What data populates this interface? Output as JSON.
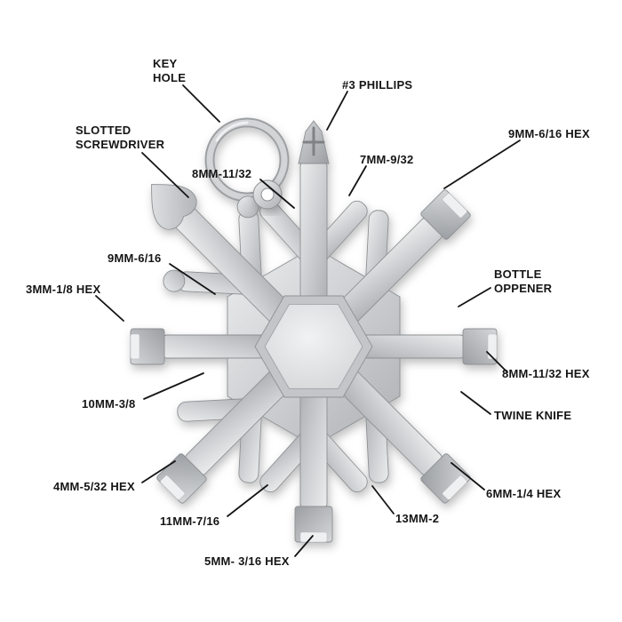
{
  "diagram": {
    "subject": "snowflake multi-tool",
    "colors": {
      "background": "#ffffff",
      "metal_light": "#e9eaec",
      "metal_mid": "#c9cbce",
      "metal_dark": "#9fa2a6",
      "leader_line": "#141414",
      "label_text": "#151515"
    }
  },
  "labels": [
    {
      "id": "key-hole",
      "text": "KEY\nHOLE"
    },
    {
      "id": "3-phillips",
      "text": "#3 PHILLIPS"
    },
    {
      "id": "slotted-screwdriver",
      "text": "SLOTTED\nSCREWDRIVER"
    },
    {
      "id": "8mm-11-32",
      "text": "8MM-11/32"
    },
    {
      "id": "7mm-9-32",
      "text": "7MM-9/32"
    },
    {
      "id": "9mm-6-16-hex",
      "text": "9MM-6/16 HEX"
    },
    {
      "id": "9mm-6-16",
      "text": "9MM-6/16"
    },
    {
      "id": "3mm-1-8-hex",
      "text": "3MM-1/8 HEX"
    },
    {
      "id": "bottle-opener",
      "text": "BOTTLE\nOPPENER"
    },
    {
      "id": "8mm-11-32-hex",
      "text": "8MM-11/32 HEX"
    },
    {
      "id": "10mm-3-8",
      "text": "10MM-3/8"
    },
    {
      "id": "twine-knife",
      "text": "TWINE KNIFE"
    },
    {
      "id": "4mm-5-32-hex",
      "text": "4MM-5/32 HEX"
    },
    {
      "id": "11mm-7-16",
      "text": "11MM-7/16"
    },
    {
      "id": "13mm-2",
      "text": "13MM-2"
    },
    {
      "id": "6mm-1-4-hex",
      "text": "6MM-1/4 HEX"
    },
    {
      "id": "5mm-3-16-hex",
      "text": "5MM- 3/16 HEX"
    }
  ]
}
